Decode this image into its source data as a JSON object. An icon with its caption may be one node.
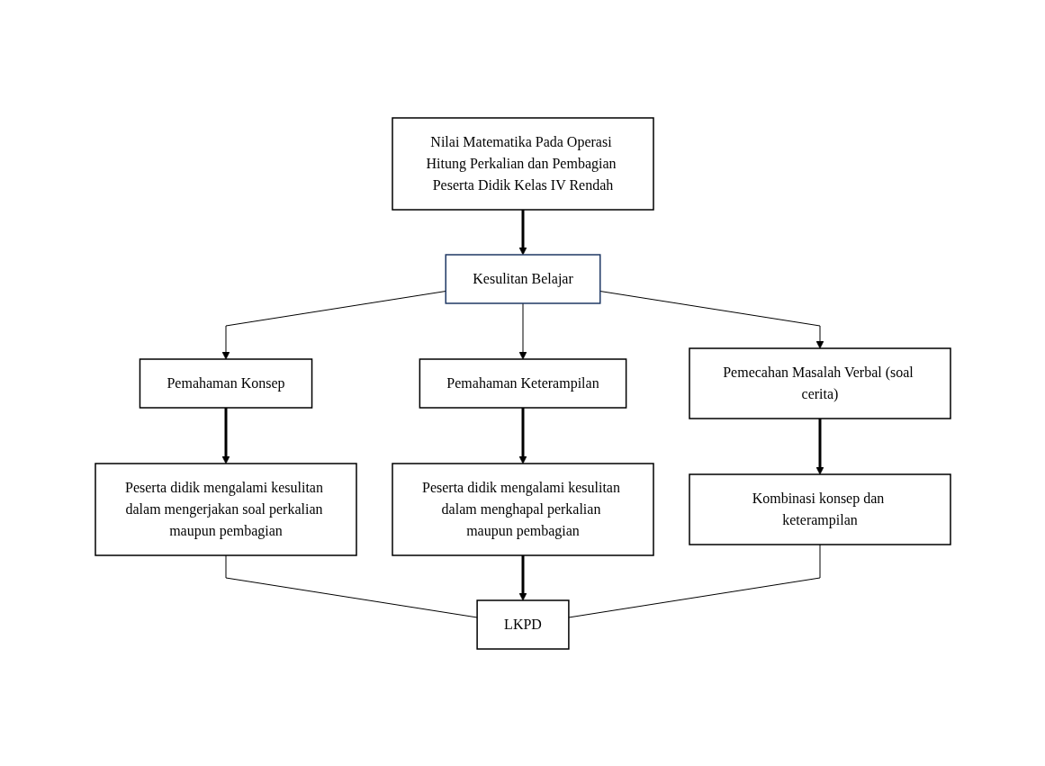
{
  "diagram": {
    "nodes": [
      {
        "text": [
          "Nilai Matematika Pada Operasi Hitung Perkalian dan Pembagian Peserta Didik Kelas IV Rendah"
        ]
      },
      {
        "text": [
          "Kesulitan Belajar"
        ]
      },
      {
        "text": [
          "Pemahaman Konsep"
        ]
      },
      {
        "text": [
          "Pemahaman Keterampilan"
        ]
      },
      {
        "text": [
          "Pemecahan Masalah Verbal (soal cerita)"
        ]
      },
      {
        "text": [
          "Peserta didik mengalami kesulitan dalam mengerjakan soal perkalian maupun pembagian"
        ]
      },
      {
        "text": [
          "Peserta didik mengalami kesulitan dalam menghapal perkalian maupun pembagian"
        ]
      },
      {
        "text": [
          "Kombinasi konsep dan keterampilan"
        ]
      },
      {
        "text": [
          "LKPD"
        ]
      }
    ],
    "edges": [
      {
        "from": 0,
        "to": 1,
        "arrow": "to",
        "style": "thick"
      },
      {
        "from": 1,
        "to": 2,
        "arrow": "to"
      },
      {
        "from": 1,
        "to": 3,
        "arrow": "to"
      },
      {
        "from": 1,
        "to": 4,
        "arrow": "to"
      },
      {
        "from": 2,
        "to": 5,
        "arrow": "to",
        "style": "thick"
      },
      {
        "from": 3,
        "to": 6,
        "arrow": "to",
        "style": "thick"
      },
      {
        "from": 4,
        "to": 7,
        "arrow": "to",
        "style": "thick"
      },
      {
        "from": 5,
        "to": 8,
        "arrow": "none"
      },
      {
        "from": 6,
        "to": 8,
        "arrow": "to",
        "style": "thick"
      },
      {
        "from": 7,
        "to": 8,
        "arrow": "none"
      }
    ]
  }
}
